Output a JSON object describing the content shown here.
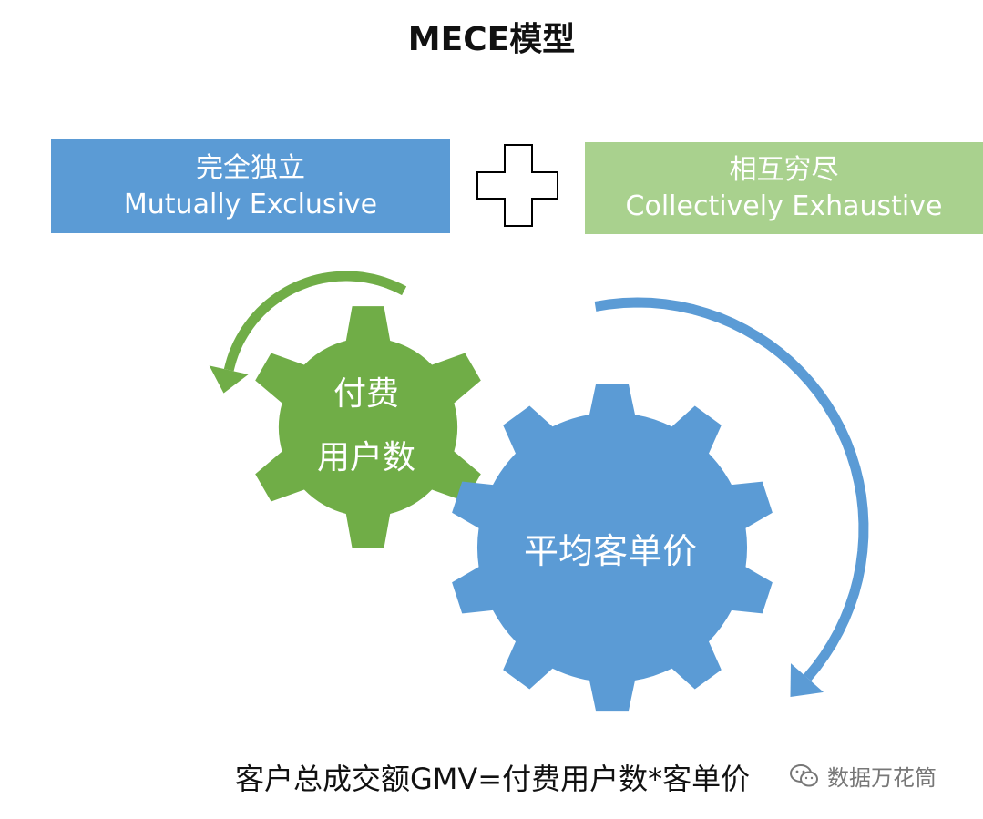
{
  "title": "MECE模型",
  "left_box": {
    "zh": "完全独立",
    "en": "Mutually Exclusive",
    "color": "#5b9bd5"
  },
  "right_box": {
    "zh": "相互穷尽",
    "en": "Collectively Exhaustive",
    "color": "#a9d18e"
  },
  "plus_icon": "plus-icon",
  "gear_small": {
    "line1": "付费",
    "line2": "用户数",
    "color": "#70ad47"
  },
  "gear_big": {
    "label": "平均客单价",
    "color": "#5b9bd5"
  },
  "formula": "客户总成交额GMV=付费用户数*客单价",
  "watermark": {
    "icon": "wechat-icon",
    "label": "数据万花筒"
  }
}
